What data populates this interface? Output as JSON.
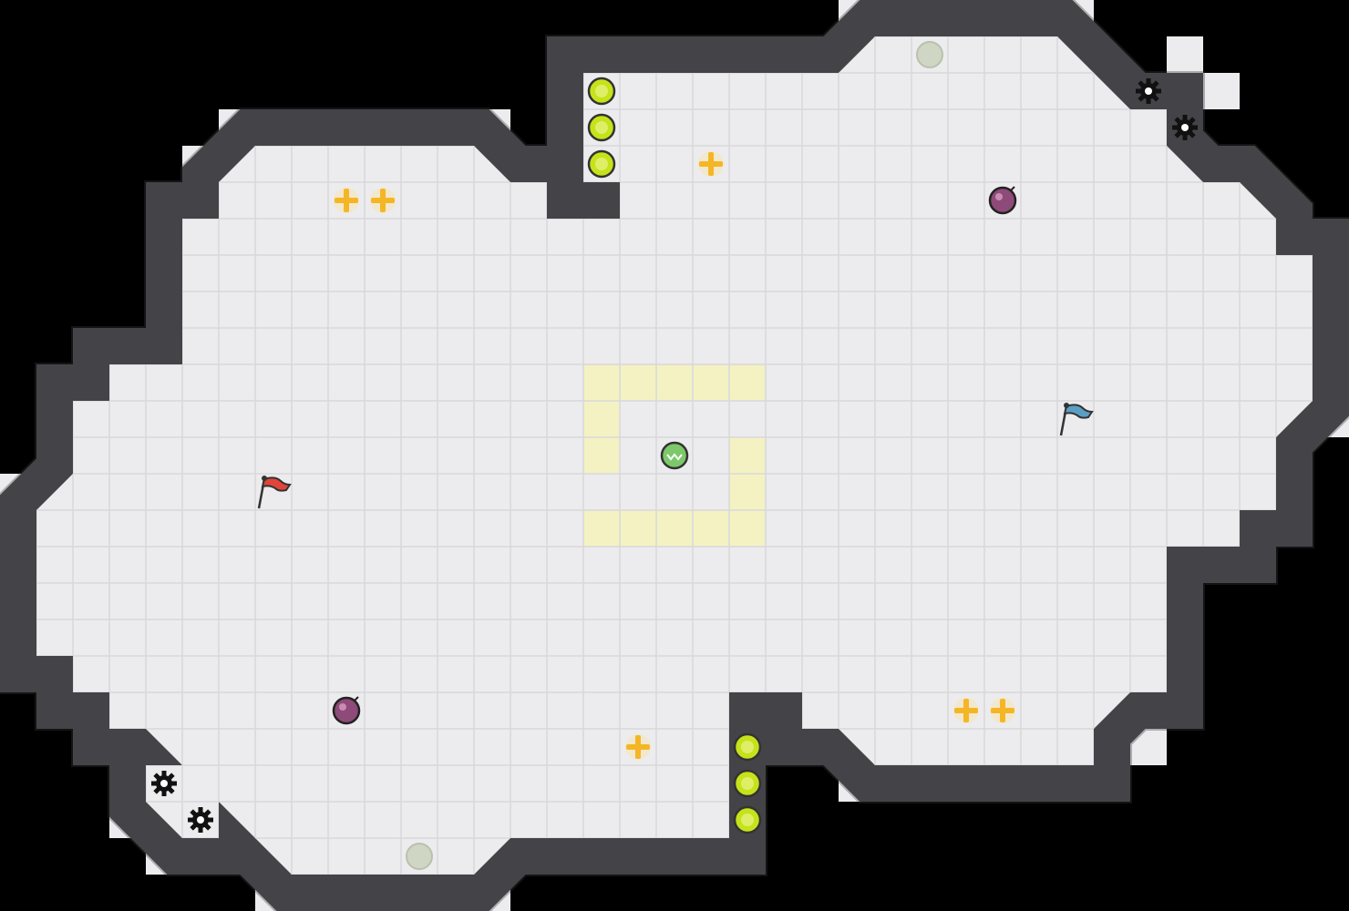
{
  "game": {
    "type": "top-down tile map",
    "grid": {
      "cols": 37,
      "rows": 25
    }
  },
  "colors": {
    "background": "#000000",
    "floor": "#ececee",
    "floor_grid": "#d8d8dc",
    "wall": "#4b4b4f",
    "wall_edge": "#3a3a3d",
    "corner_fill": "#ececee",
    "neutral_zone": "#f4f2c2",
    "boost": "#c6e21a",
    "boost_rim": "#333333",
    "powerup": "#f4b626",
    "bomb": "#8e4a78",
    "spike": "#111111",
    "portal": "#cfd7c4",
    "red_flag": "#e0453a",
    "blue_flag": "#5b9ec4",
    "ball_green": "#7dc86a"
  },
  "entities": {
    "neutral_ball": {
      "icon": "green-ball-icon"
    },
    "red_flag": {
      "icon": "red-flag-icon"
    },
    "blue_flag": {
      "icon": "blue-flag-icon"
    },
    "boosts": {
      "icon": "speed-boost-icon",
      "count": 6
    },
    "powerups": {
      "icon": "powerup-icon",
      "count": 6
    },
    "bombs": {
      "icon": "bomb-icon",
      "count": 2
    },
    "spikes": {
      "icon": "spike-icon",
      "count": 4
    },
    "portals": {
      "icon": "portal-icon",
      "count": 2
    }
  }
}
